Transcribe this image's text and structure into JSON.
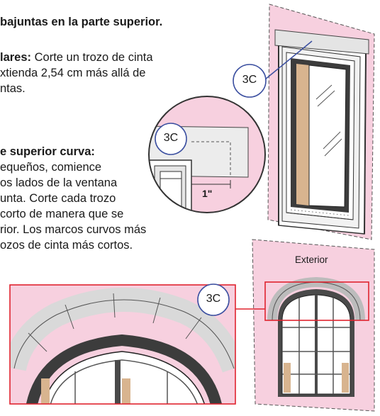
{
  "heading": "bajuntas en la parte superior.",
  "para1": {
    "bold": "lares:",
    "rest": " Corte un trozo de cinta",
    "line2": "xtienda 2,54 cm más allá de",
    "line3": "ntas."
  },
  "para2": {
    "bold": "e superior curva:",
    "lines": [
      "equeños, comience",
      "os lados de la ventana",
      "unta. Corte cada trozo",
      "corto de manera que se",
      "rior. Los marcos curvos más",
      "ozos de cinta más cortos."
    ]
  },
  "callouts": {
    "top_window": "3C",
    "detail": "3C",
    "arch_detail": "3C"
  },
  "measure": "1\"",
  "exterior_label": "Exterior",
  "colors": {
    "wrap": "#f7d0df",
    "tape": "#e4e4e4",
    "frame": "#4a4a4a",
    "wood": "#d8b48f",
    "highlight": "#e0232f",
    "callout_line": "#3b4fa0"
  }
}
